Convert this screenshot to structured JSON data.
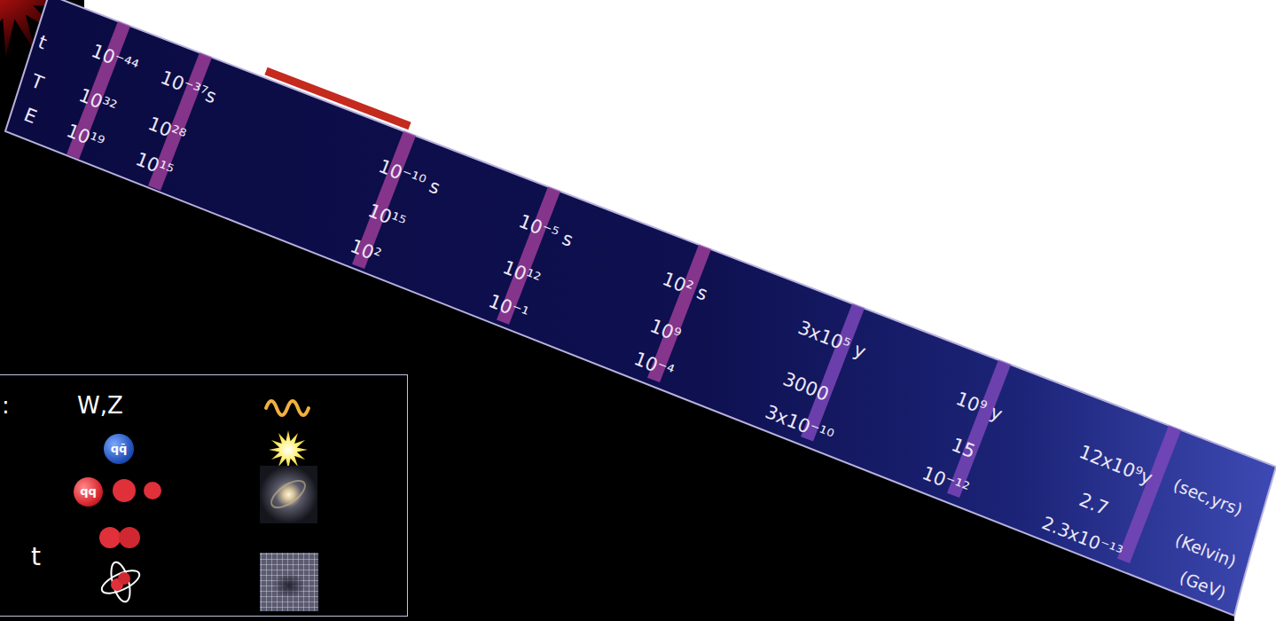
{
  "diagram": {
    "nodes": [
      {
        "text": [
          "t",
          "T",
          "E",
          "10⁻⁴⁴",
          "10³²",
          "10¹⁹",
          "10⁻³⁷s",
          "10²⁸",
          "10¹⁵",
          "10⁻¹⁰ s",
          "10¹⁵",
          "10²",
          "10⁻⁵ s",
          "10¹²",
          "10⁻¹",
          "10² s",
          "10⁹",
          "10⁻⁴",
          "3x10⁵ y",
          "3000",
          "3x10⁻¹⁰",
          "10⁹ y",
          "15",
          "10⁻¹²",
          "12x10⁹y",
          "2.7",
          "2.3x10⁻¹³",
          "(sec,yrs)",
          "(Kelvin)",
          "(GeV)"
        ]
      },
      {
        "text": [
          ":",
          "W,Z",
          "t"
        ]
      },
      {
        "text": [
          "qq̄"
        ],
        "in": 1
      },
      {
        "text": [
          "qq"
        ],
        "in": 1
      }
    ]
  }
}
